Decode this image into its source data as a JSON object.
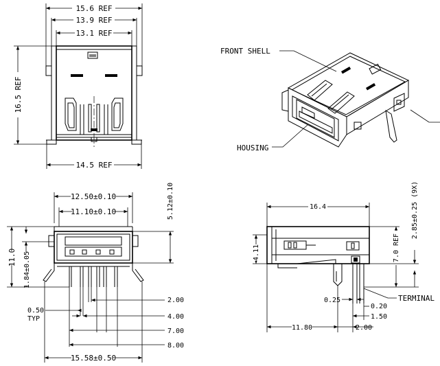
{
  "top_view": {
    "dim_width_ref": "15.6 REF",
    "dim_inner_ref": "13.9 REF",
    "dim_slot_ref": "13.1 REF",
    "dim_height_ref": "16.5 REF",
    "dim_base_ref": "14.5 REF"
  },
  "isometric_view": {
    "label_front_shell": "FRONT SHELL",
    "label_housing": "HOUSING"
  },
  "front_view": {
    "dim_outer_width": "12.50±0.10",
    "dim_inner_width": "11.10±0.10",
    "dim_top_height": "5.12±0.10",
    "dim_total_height": "11.0",
    "dim_bottom_offset": "1.84±0.05",
    "dim_pin_width": "0.50",
    "dim_pin_width_note": "TYP",
    "dim_pin_2": "2.00",
    "dim_pin_4": "4.00",
    "dim_pin_7": "7.00",
    "dim_pin_8": "8.00",
    "dim_base_width": "15.58±0.50"
  },
  "side_view": {
    "dim_length": "16.4",
    "dim_height_ref": "7.0 REF",
    "dim_offset": "4.11",
    "dim_pin_height": "2.85±0.25 (9X)",
    "dim_pin_thickness": "0.25",
    "dim_gap": "0.20",
    "dim_pitch": "1.50",
    "dim_front_to_pin": "11.80",
    "dim_pin_spacing": "2.00",
    "label_terminal": "TERMINAL"
  }
}
